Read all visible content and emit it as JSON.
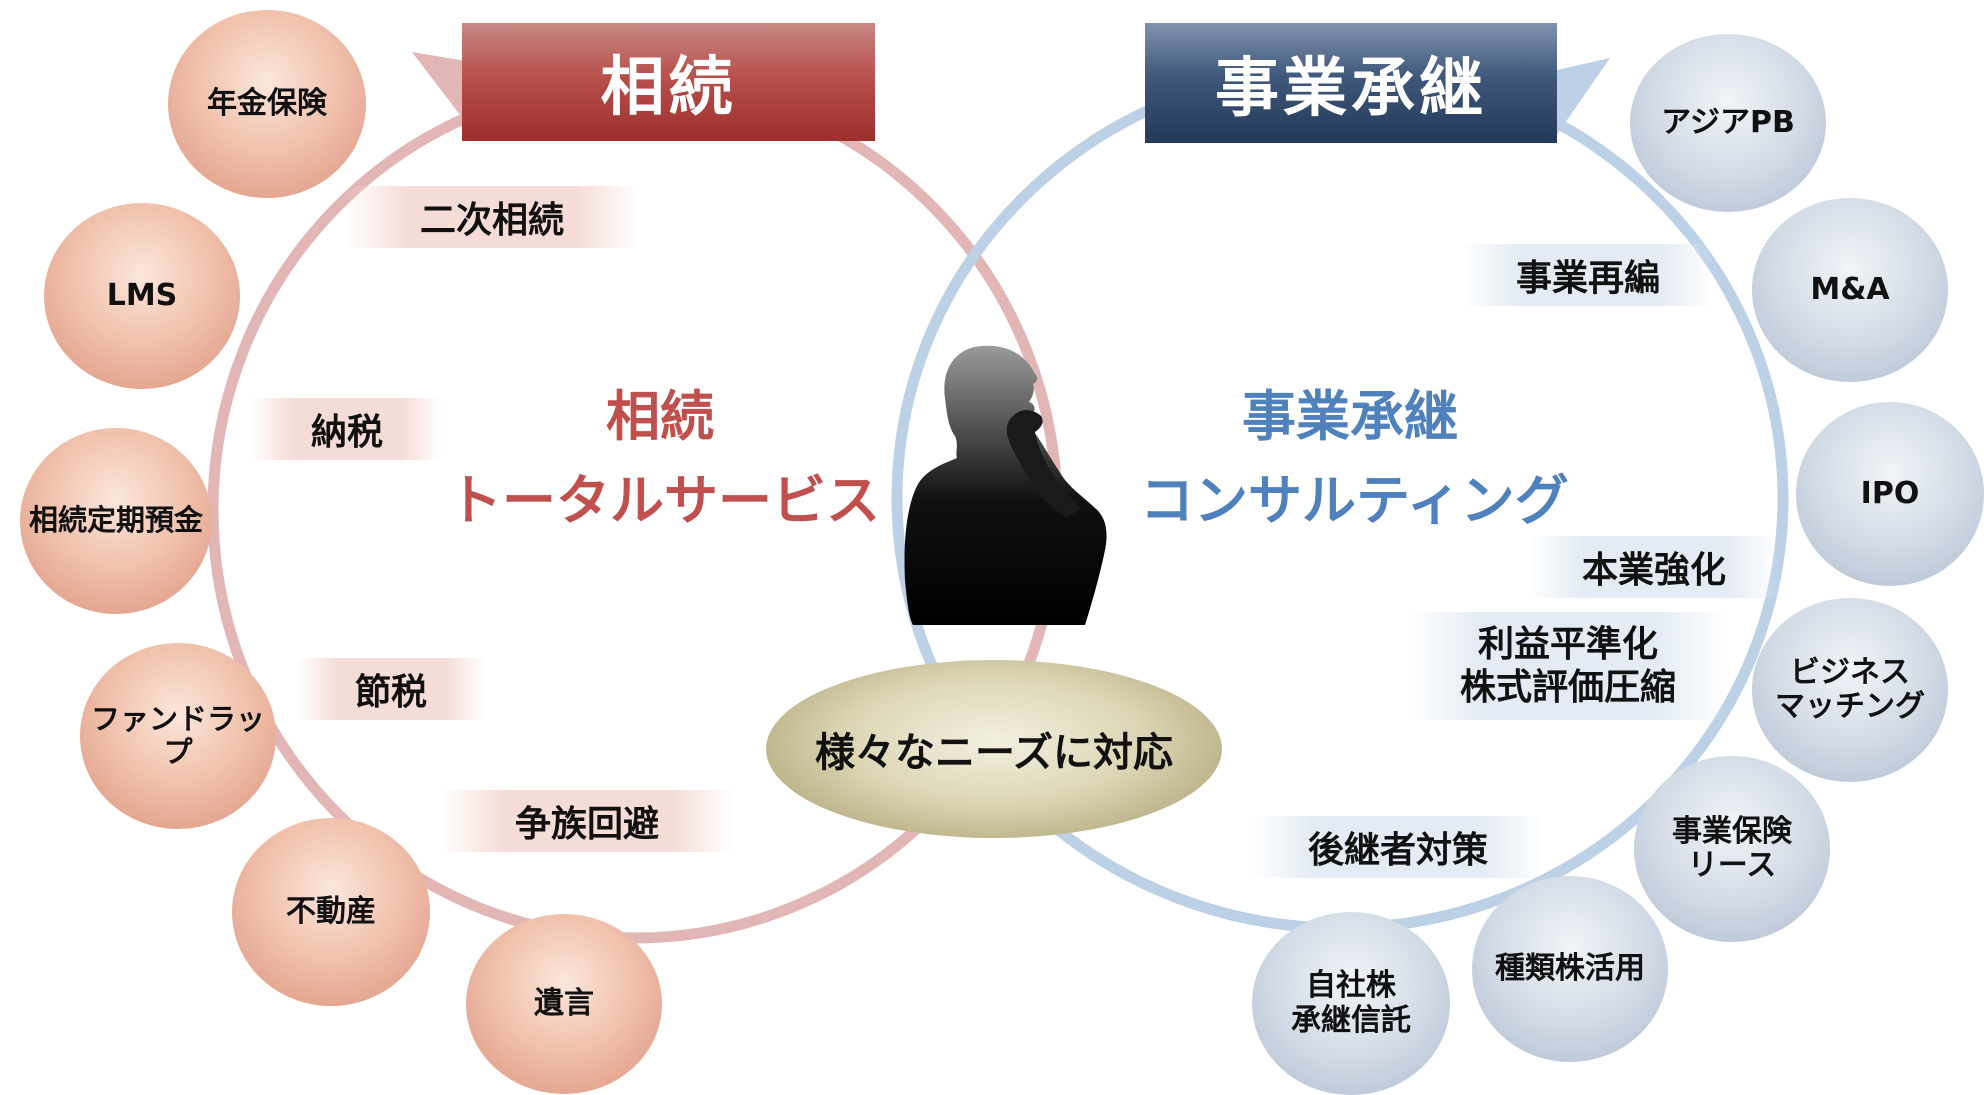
{
  "left": {
    "title": "相続",
    "center_line1": "相続",
    "center_line2": "トータルサービス",
    "tags": [
      "二次相続",
      "納税",
      "節税",
      "争族回避"
    ],
    "bubbles": [
      "年金保険",
      "LMS",
      "相続定期預金",
      "ファンドラップ",
      "不動産",
      "遺言"
    ]
  },
  "right": {
    "title": "事業承継",
    "center_line1": "事業承継",
    "center_line2": "コンサルティング",
    "tags": [
      "事業再編",
      "本業強化",
      "利益平準化",
      "株式評価圧縮",
      "後継者対策"
    ],
    "bubbles": [
      "アジアPB",
      "M&A",
      "IPO",
      "ビジネス",
      "マッチング",
      "事業保険",
      "リース",
      "種類株活用",
      "自社株",
      "承継信託"
    ]
  },
  "center": {
    "label": "様々なニーズに対応"
  },
  "colors": {
    "red": "#c0504d",
    "blue": "#4f81bd",
    "pink_ring": "#e0b3b2",
    "blue_ring": "#b8cce4"
  }
}
